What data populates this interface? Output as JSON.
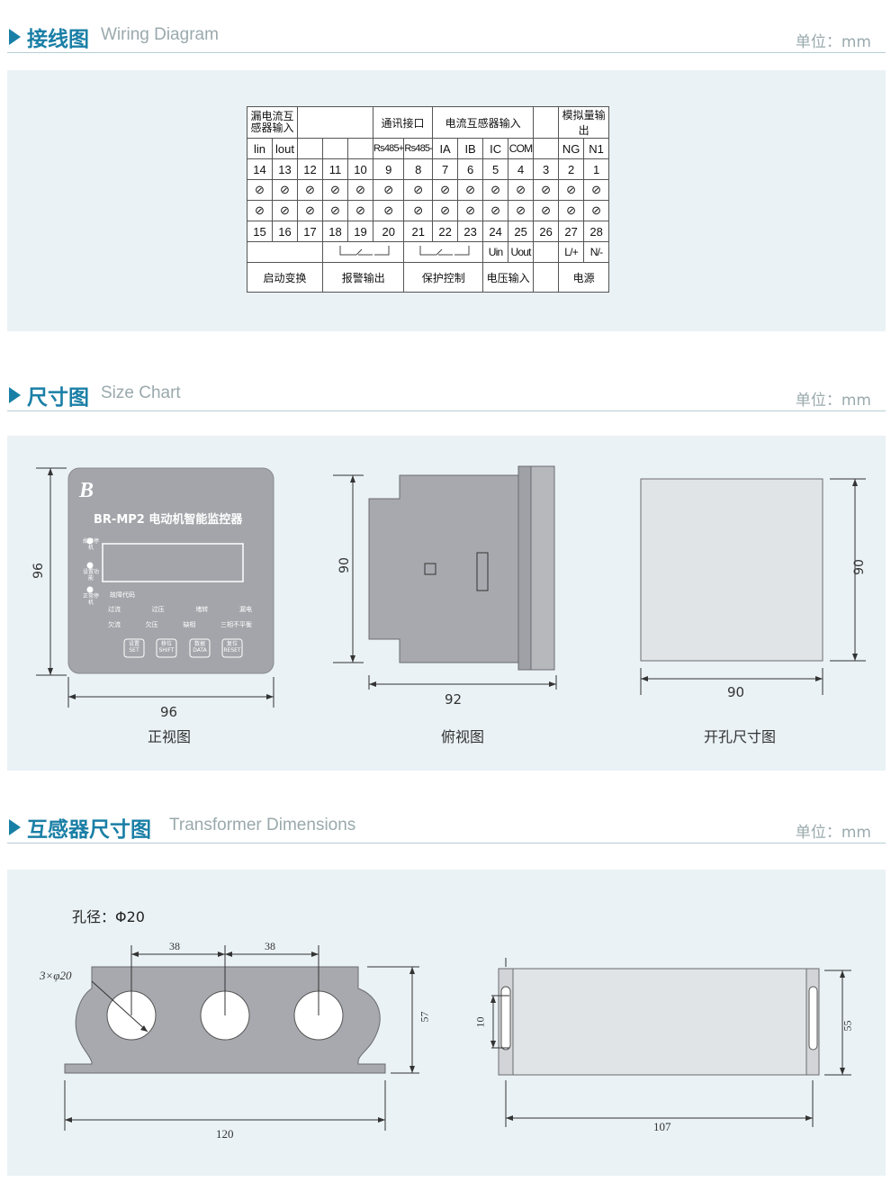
{
  "section1": {
    "title_cn": "接线图",
    "title_en": "Wiring Diagram",
    "unit": "单位：mm"
  },
  "section2": {
    "title_cn": "尺寸图",
    "title_en": "Size Chart",
    "unit": "单位：mm"
  },
  "section3": {
    "title_cn": "互感器尺寸图",
    "title_en": "Transformer Dimensions",
    "unit": "单位：mm"
  },
  "wiring": {
    "top_groups": [
      "漏电流互感器输入",
      "通讯接口",
      "电流互感器输入",
      "模拟量输出"
    ],
    "signal_row": [
      "lin",
      "lout",
      "",
      "",
      "",
      "",
      "Rs485+",
      "Rs485-",
      "IA",
      "IB",
      "IC",
      "COM",
      "",
      "NG",
      "N1"
    ],
    "top_numbers": [
      "14",
      "13",
      "12",
      "11",
      "10",
      "9",
      "8",
      "7",
      "6",
      "5",
      "4",
      "3",
      "2",
      "1"
    ],
    "bottom_numbers": [
      "15",
      "16",
      "17",
      "18",
      "19",
      "20",
      "21",
      "22",
      "23",
      "24",
      "25",
      "26",
      "27",
      "28"
    ],
    "bottom_signals": [
      "Uin",
      "Uout",
      "L/+",
      "N/-"
    ],
    "bottom_groups": [
      "启动变换",
      "报警输出",
      "保护控制",
      "电压输入",
      "电源"
    ]
  },
  "front_view": {
    "logo": "B",
    "model": "BR-MP2 电动机智能监控器",
    "leds": [
      "故障停机",
      "设置功能",
      "正常停机"
    ],
    "fault_code_title": "故障代码",
    "fault_codes": [
      "过流",
      "过压",
      "堵转",
      "漏电",
      "欠流",
      "欠压",
      "缺相",
      "三相不平衡"
    ],
    "buttons": [
      {
        "cn": "设置",
        "en": "SET"
      },
      {
        "cn": "移位",
        "en": "SHIFT"
      },
      {
        "cn": "数据",
        "en": "DATA"
      },
      {
        "cn": "复位",
        "en": "RESET"
      }
    ],
    "dim_w": "96",
    "dim_h": "96",
    "caption": "正视图"
  },
  "top_view": {
    "dim_w": "92",
    "dim_h": "90",
    "caption": "俯视图"
  },
  "cutout_view": {
    "dim_w": "90",
    "dim_h": "90",
    "caption": "开孔尺寸图"
  },
  "transformer": {
    "hole_label": "孔径：Φ20",
    "hole_note": "3×φ20",
    "spacing1": "38",
    "spacing2": "38",
    "height_left": "57",
    "width_left": "120",
    "slot": "10",
    "height_right": "55",
    "width_right": "107"
  }
}
